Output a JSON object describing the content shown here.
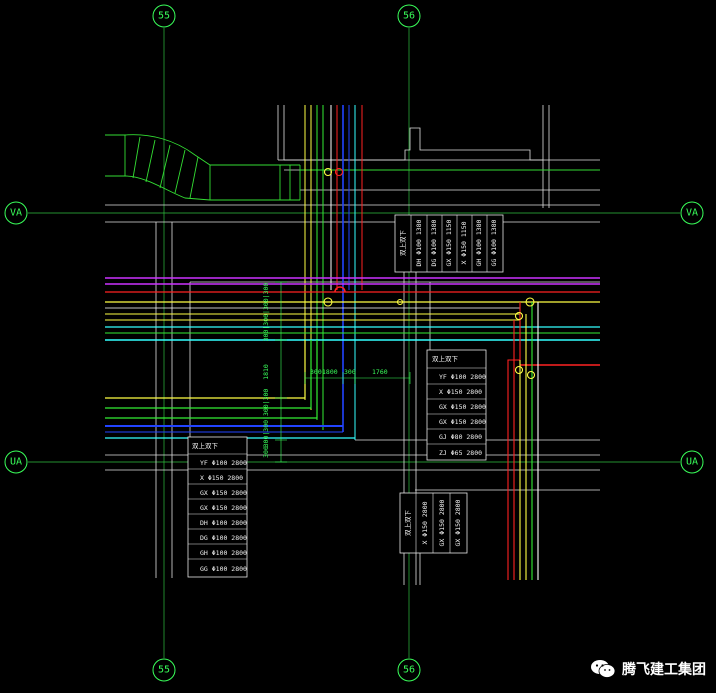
{
  "axes": {
    "vertical": [
      "55",
      "56"
    ],
    "horizontal": [
      "VA",
      "UA"
    ]
  },
  "tables": {
    "top_right_vertical": {
      "header": "双上双下",
      "rows": [
        "DH Φ100 1380",
        "DG Φ100 1380",
        "GX Φ150 1150",
        "X Φ150 1150",
        "GH Φ100 1380",
        "GG Φ100 1380"
      ]
    },
    "right_middle": {
      "header": "双上双下",
      "rows": [
        "YF Φ100 2800",
        "X Φ150 2800",
        "GX Φ150 2800",
        "GX Φ150 2800",
        "GJ Φ80 2800",
        "ZJ Φ65 2800"
      ]
    },
    "left_lower": {
      "header": "双上双下",
      "rows": [
        "YF Φ100 2800",
        "X Φ150 2800",
        "GX Φ150 2800",
        "GX Φ150 2800",
        "DH Φ100 2800",
        "DG Φ100 2800",
        "GH Φ100 2800",
        "GG Φ100 2800"
      ]
    },
    "bottom_vertical": {
      "header": "双上双下",
      "rows": [
        "X Φ150 2800",
        "GX Φ150 2800",
        "GX Φ150 2800"
      ]
    }
  },
  "dimensions": {
    "vertical_upper": "300|300|300|300",
    "vertical_mid": "1810",
    "vertical_lower": "300|300|300|300",
    "vertical_bottom": "300",
    "horiz_a": "300",
    "horiz_b": "1800",
    "horiz_c": "300",
    "horiz_d": "1760"
  },
  "watermark": {
    "text": "腾飞建工集团"
  },
  "colors": {
    "background": "#000000",
    "axis": "#39ff5a",
    "wall": "#e8e8e8",
    "duct": "#33dd33",
    "magenta": "#cc33ff",
    "red": "#ff2222",
    "yellow": "#ffff44",
    "cyan": "#33ffff",
    "blue": "#2244ff",
    "green": "#33ee33"
  }
}
